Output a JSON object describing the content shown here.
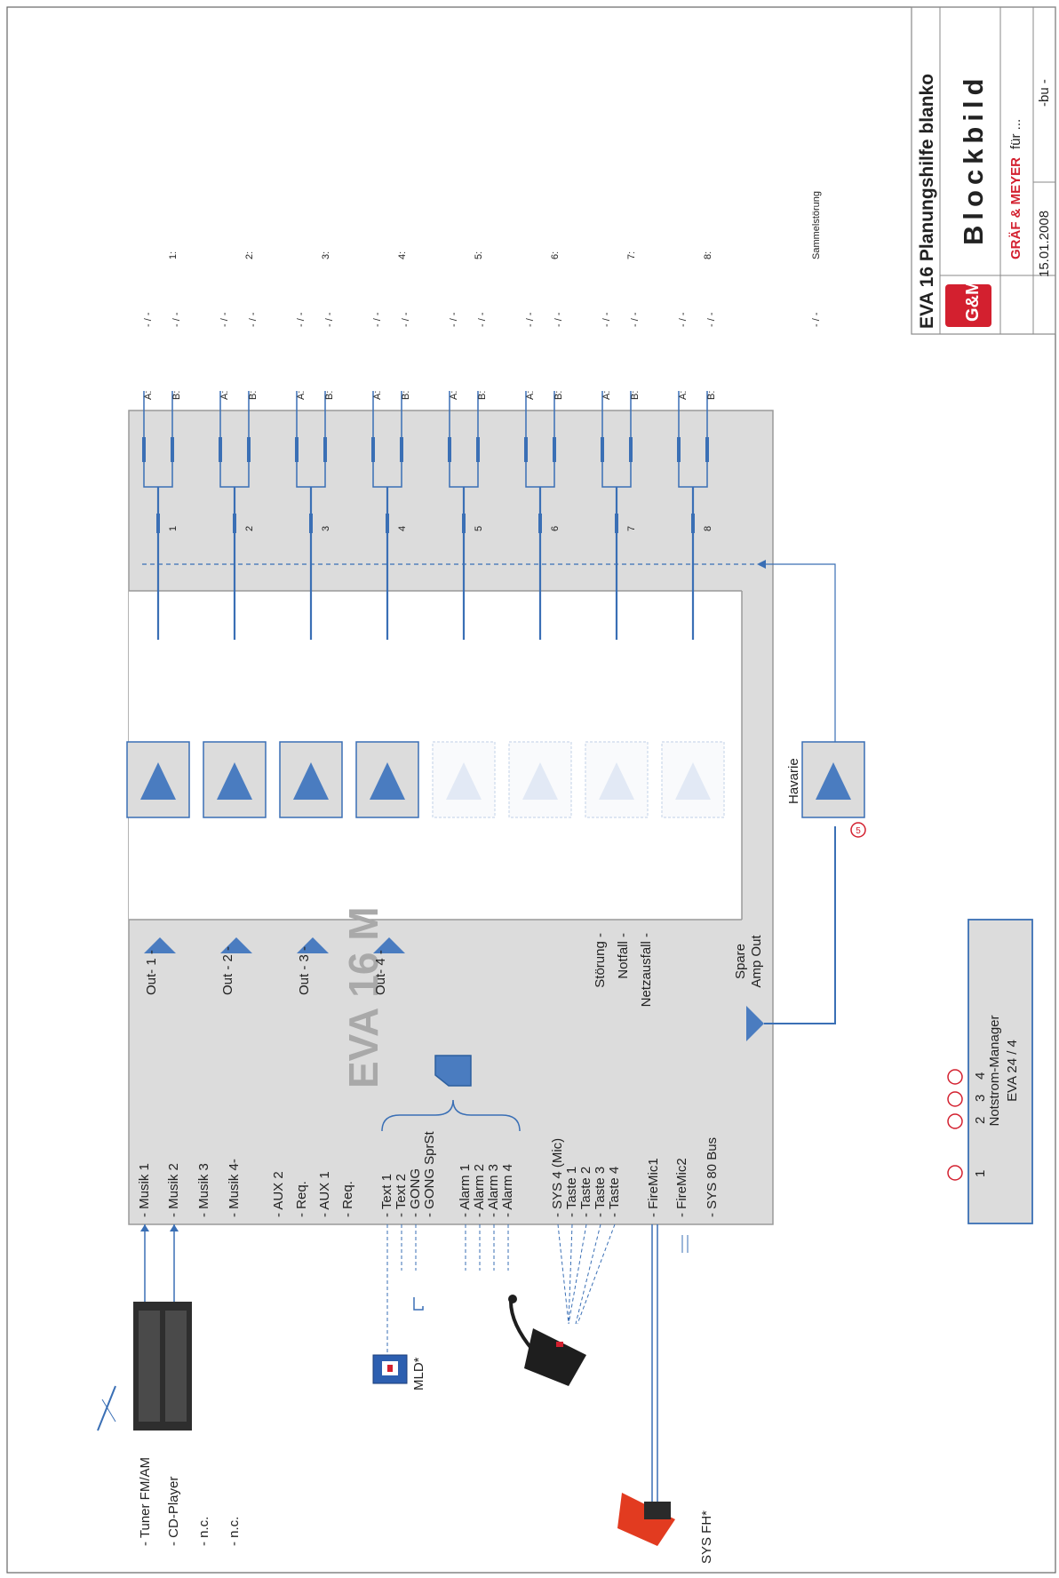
{
  "unit_title": "EVA 16 M",
  "inputs": {
    "music": [
      "- Musik 1",
      "- Musik 2",
      "- Musik 3",
      "- Musik 4-"
    ],
    "aux": [
      "- AUX 2",
      "- Req.",
      "- AUX 1",
      "- Req."
    ],
    "text": [
      "- Text 1",
      "- Text 2",
      "- GONG",
      "- GONG SprSt"
    ],
    "alarm": [
      "- Alarm 1",
      "- Alarm 2",
      "- Alarm 3",
      "- Alarm 4"
    ],
    "sys": [
      "- SYS 4 (Mic)",
      "- Taste 1",
      "- Taste 2",
      "- Taste 3",
      "- Taste 4"
    ],
    "firemic": [
      "- FireMic1",
      "- FireMic2",
      "- SYS 80 Bus"
    ]
  },
  "outputs": [
    "Out- 1 -",
    "Out - 2 -",
    "Out - 3 -",
    "Out- 4 -"
  ],
  "status": [
    "Störung -",
    "Notfall -",
    "Netzausfall -"
  ],
  "spare": "Spare Amp Out",
  "havarie": "Havarie",
  "havarie_badge": "5",
  "channels": [
    "1",
    "2",
    "3",
    "4",
    "5",
    "6",
    "7",
    "8"
  ],
  "zone_numbers": [
    "1:",
    "2:",
    "3:",
    "4:",
    "5:",
    "6:",
    "7:",
    "8:"
  ],
  "line_a": "A:",
  "line_b": "B:",
  "dash": "- / -",
  "sammel": "Sammelstörung",
  "sources": [
    "- Tuner FM/AM",
    "- CD-Player",
    "- n.c.",
    "- n.c."
  ],
  "mld": "MLD*",
  "sysfh": "SYS FH*",
  "manager": {
    "title": "Notstrom-Manager",
    "model": "EVA 24 / 4",
    "inputs": [
      "1",
      "2",
      "3",
      "4"
    ]
  },
  "title_block": {
    "title": "EVA 16  Planungshilfe blanko",
    "subtitle": "Blockbild",
    "brand": "GRÄF & MEYER",
    "for": "für ...",
    "date": "15.01.2008",
    "author": "-bu -",
    "logo": "G&M"
  },
  "colors": {
    "line": "#3a6fb5",
    "box": "#dcdcdc",
    "amp_fill": "#4a7cc0",
    "red": "#d3202f"
  }
}
